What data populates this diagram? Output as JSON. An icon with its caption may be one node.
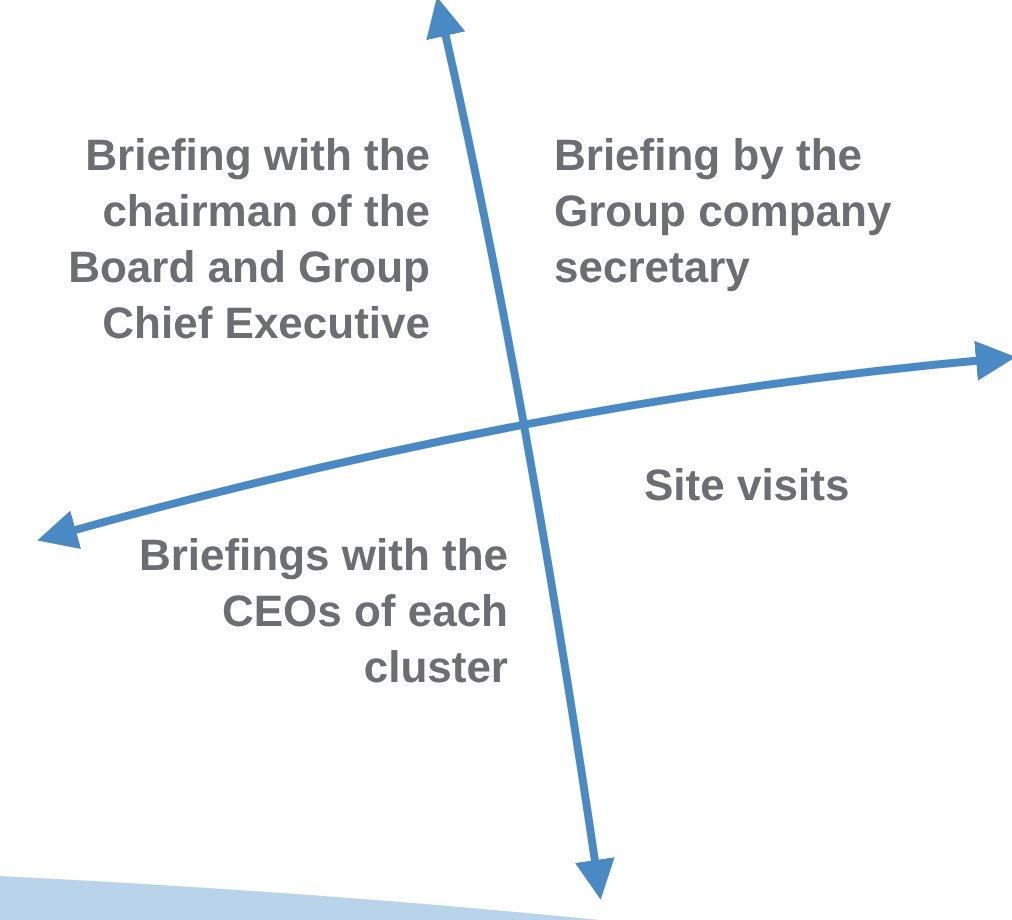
{
  "diagram": {
    "nodes": [
      {
        "text": [],
        "shape": "band"
      }
    ],
    "labels": [
      "Briefing with the chairman of the Board and Group Chief Executive",
      "Briefing by the Group company secretary",
      "Site visits",
      "Briefings with the CEOs of each cluster"
    ]
  }
}
